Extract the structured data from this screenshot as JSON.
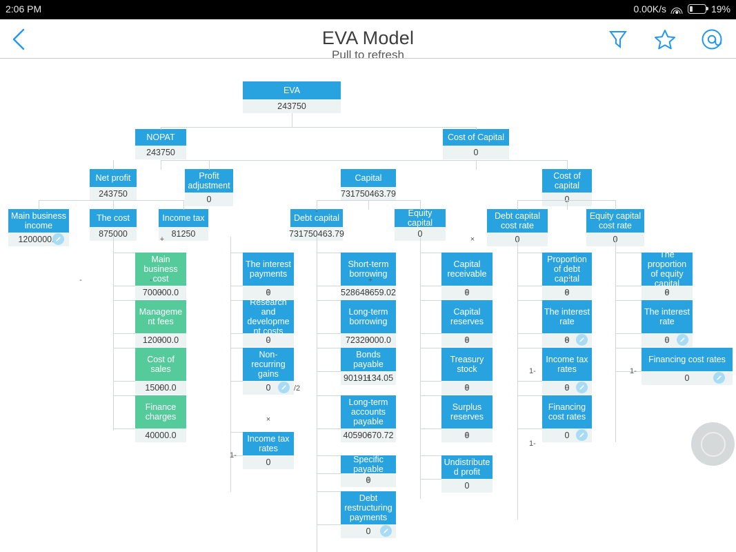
{
  "status_bar": {
    "clock": "2:06 PM",
    "network_speed": "0.00K/s",
    "wifi_icon": "wifi-icon",
    "battery_icon": "battery-icon",
    "battery_percent": "19%"
  },
  "app_bar": {
    "back_icon": "back-chevron-icon",
    "title": "EVA Model",
    "actions": [
      {
        "name": "filter-icon",
        "label": "filter"
      },
      {
        "name": "star-icon",
        "label": "favorite"
      },
      {
        "name": "at-icon",
        "label": "mention"
      }
    ]
  },
  "refresh_hint": "Pull to refresh",
  "fab": {
    "name": "record-button",
    "label": ""
  },
  "colors": {
    "accent_blue": "#28a3e0",
    "accent_green": "#55cb9c",
    "value_bg": "#edf2f2",
    "line": "#cfd6d6",
    "pencil_bg": "#a8dcf5"
  },
  "tree": {
    "title": "EVA Model",
    "nodes": [
      {
        "id": "eva",
        "label": "EVA",
        "value": "243750",
        "color": "blue",
        "editable": false
      },
      {
        "id": "nopat",
        "label": "NOPAT",
        "value": "243750",
        "color": "blue",
        "editable": false
      },
      {
        "id": "coc",
        "label": "Cost of Capital",
        "value": "0",
        "color": "blue",
        "editable": false
      },
      {
        "id": "netprofit",
        "label": "Net profit",
        "value": "243750",
        "color": "blue",
        "editable": false
      },
      {
        "id": "profitadj",
        "label": "Profit adjustment",
        "value": "0",
        "color": "blue",
        "editable": false
      },
      {
        "id": "capital",
        "label": "Capital",
        "value": "731750463.79",
        "color": "blue",
        "editable": false
      },
      {
        "id": "cocrate",
        "label": "Cost of capital",
        "value": "0",
        "color": "blue",
        "editable": false
      },
      {
        "id": "mbincome",
        "label": "Main business income",
        "value": "1200000.0",
        "color": "blue",
        "editable": true
      },
      {
        "id": "thecost",
        "label": "The cost",
        "value": "875000",
        "color": "blue",
        "editable": false
      },
      {
        "id": "incometax",
        "label": "Income tax",
        "value": "81250",
        "color": "blue",
        "editable": false
      },
      {
        "id": "debtcap",
        "label": "Debt capital",
        "value": "731750463.79",
        "color": "blue",
        "editable": false
      },
      {
        "id": "eqcap",
        "label": "Equity capital",
        "value": "0",
        "color": "blue",
        "editable": false
      },
      {
        "id": "dccr",
        "label": "Debt capital cost rate",
        "value": "0",
        "color": "blue",
        "editable": false
      },
      {
        "id": "eccr",
        "label": "Equity capital cost rate",
        "value": "0",
        "color": "blue",
        "editable": false
      },
      {
        "id": "mbcost",
        "label": "Main business cost",
        "value": "700000.0",
        "color": "green",
        "editable": false
      },
      {
        "id": "mgmtfees",
        "label": "Management fees",
        "value": "120000.0",
        "color": "green",
        "editable": false
      },
      {
        "id": "costsales",
        "label": "Cost of sales",
        "value": "15000.0",
        "color": "green",
        "editable": false
      },
      {
        "id": "fincharge",
        "label": "Finance charges",
        "value": "40000.0",
        "color": "green",
        "editable": false
      },
      {
        "id": "intpay",
        "label": "The interest payments",
        "value": "0",
        "color": "blue",
        "editable": false
      },
      {
        "id": "rnd",
        "label": "Research and development costs",
        "value": "0",
        "color": "blue",
        "editable": false
      },
      {
        "id": "nonrec",
        "label": "Non-recurring gains",
        "value": "0",
        "color": "blue",
        "editable": true
      },
      {
        "id": "itaxrates1",
        "label": "Income tax rates",
        "value": "0",
        "color": "blue",
        "editable": false
      },
      {
        "id": "stborrow",
        "label": "Short-term borrowing",
        "value": "528648659.02",
        "color": "blue",
        "editable": false
      },
      {
        "id": "ltborrow",
        "label": "Long-term borrowing",
        "value": "72320000.0",
        "color": "blue",
        "editable": false
      },
      {
        "id": "bonds",
        "label": "Bonds payable",
        "value": "90191134.05",
        "color": "blue",
        "editable": false
      },
      {
        "id": "ltap",
        "label": "Long-term accounts payable",
        "value": "40590670.72",
        "color": "blue",
        "editable": false
      },
      {
        "id": "specpay",
        "label": "Specific payable",
        "value": "0",
        "color": "blue",
        "editable": false
      },
      {
        "id": "debtrest",
        "label": "Debt restructuring payments",
        "value": "0",
        "color": "blue",
        "editable": true
      },
      {
        "id": "caprecv",
        "label": "Capital receivable",
        "value": "0",
        "color": "blue",
        "editable": false
      },
      {
        "id": "capres",
        "label": "Capital reserves",
        "value": "0",
        "color": "blue",
        "editable": false
      },
      {
        "id": "treasury",
        "label": "Treasury stock",
        "value": "0",
        "color": "blue",
        "editable": false
      },
      {
        "id": "surplus",
        "label": "Surplus reserves",
        "value": "0",
        "color": "blue",
        "editable": false
      },
      {
        "id": "undist",
        "label": "Undistributed profit",
        "value": "0",
        "color": "blue",
        "editable": false
      },
      {
        "id": "propdebt",
        "label": "Proportion of debt capital",
        "value": "0",
        "color": "blue",
        "editable": false
      },
      {
        "id": "intrate1",
        "label": "The interest rate",
        "value": "0",
        "color": "blue",
        "editable": true
      },
      {
        "id": "itaxrates2",
        "label": "Income tax rates",
        "value": "0",
        "color": "blue",
        "editable": true
      },
      {
        "id": "fincost1",
        "label": "Financing cost rates",
        "value": "0",
        "color": "blue",
        "editable": true
      },
      {
        "id": "propeq",
        "label": "The proportion of equity capital",
        "value": "0",
        "color": "blue",
        "editable": false
      },
      {
        "id": "intrate2",
        "label": "The interest rate",
        "value": "0",
        "color": "blue",
        "editable": true
      },
      {
        "id": "fincost2",
        "label": "Financing cost rates",
        "value": "0",
        "color": "blue",
        "editable": true
      }
    ],
    "operators": [
      {
        "id": "op_eva",
        "symbol": "-"
      },
      {
        "id": "op_nopat",
        "symbol": "+"
      },
      {
        "id": "op_coc",
        "symbol": "×"
      },
      {
        "id": "op_np1",
        "symbol": "-"
      },
      {
        "id": "op_np2",
        "symbol": "-"
      },
      {
        "id": "op_cap",
        "symbol": "+"
      },
      {
        "id": "op_cocr",
        "symbol": "+"
      },
      {
        "id": "op_g1",
        "symbol": "+"
      },
      {
        "id": "op_g2",
        "symbol": "+"
      },
      {
        "id": "op_g3",
        "symbol": "+"
      },
      {
        "id": "op_t1",
        "symbol": "+"
      },
      {
        "id": "op_t2",
        "symbol": "-"
      },
      {
        "id": "op_t3",
        "symbol": "×"
      },
      {
        "id": "op_d1",
        "symbol": "+"
      },
      {
        "id": "op_d2",
        "symbol": "+"
      },
      {
        "id": "op_d3",
        "symbol": "+"
      },
      {
        "id": "op_d4",
        "symbol": "+"
      },
      {
        "id": "op_d5",
        "symbol": "+"
      },
      {
        "id": "op_e1",
        "symbol": "+"
      },
      {
        "id": "op_e2",
        "symbol": "+"
      },
      {
        "id": "op_e3",
        "symbol": "+"
      },
      {
        "id": "op_e4",
        "symbol": "+"
      },
      {
        "id": "op_r1",
        "symbol": "×"
      },
      {
        "id": "op_r2",
        "symbol": "×"
      },
      {
        "id": "op_r3",
        "symbol": "÷"
      },
      {
        "id": "op_q1",
        "symbol": "×"
      },
      {
        "id": "op_q2",
        "symbol": "÷"
      }
    ],
    "prefixes": [
      {
        "id": "pre_itax1",
        "text": "1-"
      },
      {
        "id": "pre_itax2",
        "text": "1-"
      },
      {
        "id": "pre_fin1",
        "text": "1-"
      },
      {
        "id": "pre_fin2",
        "text": "1-"
      }
    ],
    "suffixes": [
      {
        "id": "suf_nonrec",
        "text": "/2"
      }
    ]
  }
}
